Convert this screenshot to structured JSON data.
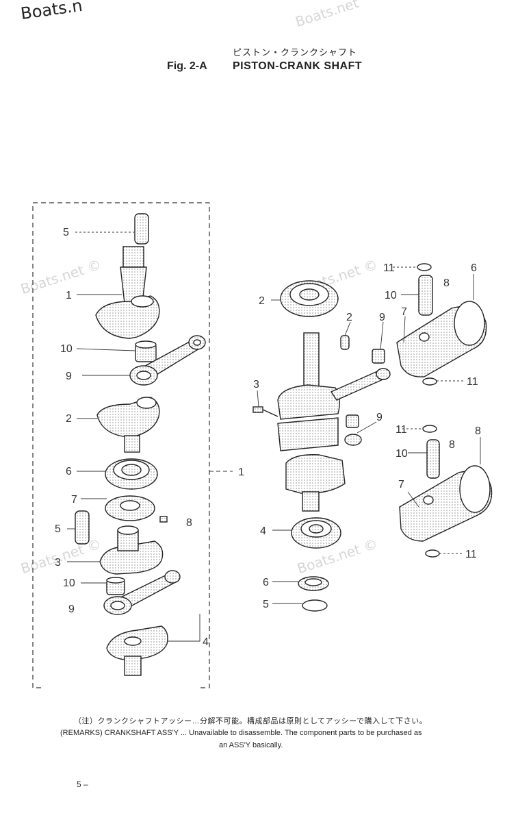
{
  "watermark_top": "Boats.n",
  "watermarks": [
    "Boats.net",
    "Boats.net ©",
    "Boats.net ©",
    "Boats.net ©",
    "Boats.net ©"
  ],
  "title_jp": "ピストン・クランクシャフト",
  "fig_label": "Fig. 2-A",
  "title": "PISTON-CRANK SHAFT",
  "left_labels": [
    "5",
    "1",
    "10",
    "9",
    "2",
    "6",
    "7",
    "8",
    "5",
    "3",
    "10",
    "9",
    "4"
  ],
  "assembly_label": "1",
  "right_labels": [
    "2",
    "2",
    "9",
    "11",
    "10",
    "8",
    "6",
    "7",
    "11",
    "3",
    "9",
    "11",
    "8",
    "10",
    "8",
    "7",
    "11",
    "4",
    "6",
    "5"
  ],
  "note_jp": "（注）クランクシャフトアッシー…分解不可能。構成部品は原則としてアッシーで購入して下さい。",
  "note_en_1": "(REMARKS) CRANKSHAFT ASS'Y ... Unavailable to disassemble. The component parts to be purchased as",
  "note_en_2": "an ASS'Y basically.",
  "page_number": "5 –"
}
